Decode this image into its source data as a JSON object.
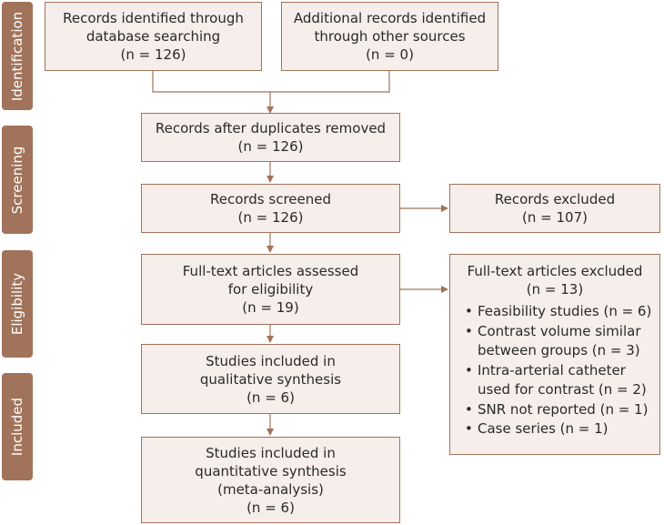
{
  "phases": {
    "identification": "Identification",
    "screening": "Screening",
    "eligibility": "Eligibility",
    "included": "Included"
  },
  "boxes": {
    "database": [
      "Records identified through",
      "database searching",
      "(n = 126)"
    ],
    "other_sources": [
      "Additional records identified",
      "through other sources",
      "(n = 0)"
    ],
    "duplicates_removed": [
      "Records after duplicates removed",
      "(n = 126)"
    ],
    "screened": [
      "Records screened",
      "(n = 126)"
    ],
    "excluded": [
      "Records excluded",
      "(n = 107)"
    ],
    "fulltext_assessed": [
      "Full-text articles assessed",
      "for eligibility",
      "(n = 19)"
    ],
    "fulltext_excluded": {
      "title": [
        "Full-text articles excluded",
        "(n = 13)"
      ],
      "reasons": [
        [
          "Feasibility studies (n = 6)"
        ],
        [
          "Contrast volume similar",
          "between groups (n = 3)"
        ],
        [
          "Intra-arterial catheter",
          "used for contrast (n = 2)"
        ],
        [
          "SNR not reported (n = 1)"
        ],
        [
          "Case series (n = 1)"
        ]
      ]
    },
    "qualitative": [
      "Studies included in",
      "qualitative synthesis",
      "(n = 6)"
    ],
    "quantitative": [
      "Studies included in",
      "quantitative synthesis",
      "(meta-analysis)",
      "(n = 6)"
    ]
  },
  "bullet": "•",
  "colors": {
    "accent": "#a0735a",
    "box_fill": "#f5eeea",
    "text": "#2a2a2a"
  }
}
